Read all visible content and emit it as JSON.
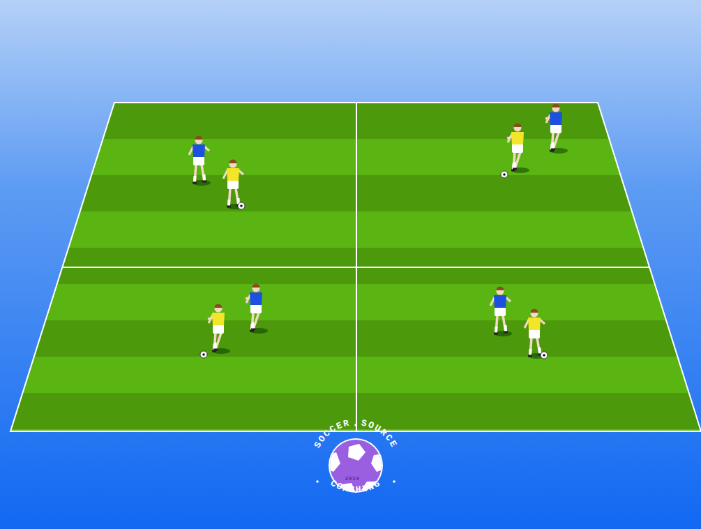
{
  "diagram": {
    "labels": [
      "SOCCER",
      "SOURCE",
      "COACHING",
      "2019"
    ]
  }
}
